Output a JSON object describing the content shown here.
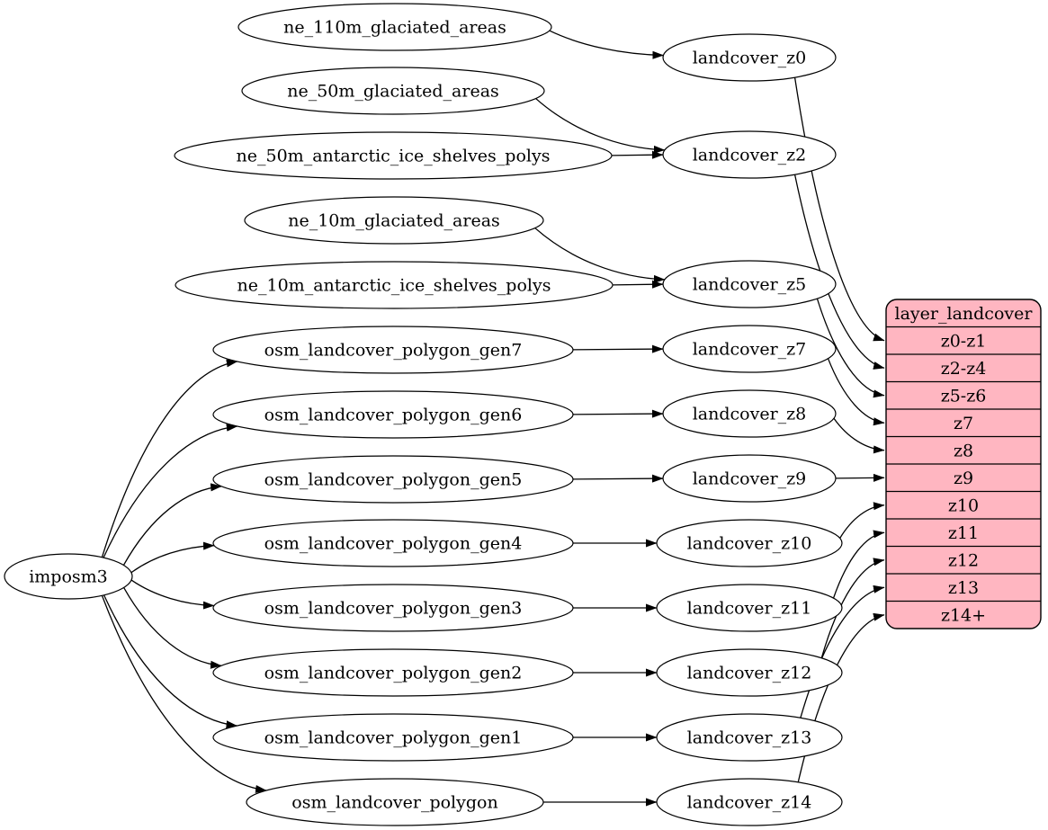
{
  "diagram": {
    "background_color": "#ffffff",
    "edge_color": "#000000",
    "node_fill": "#ffffff",
    "node_stroke": "#000000",
    "table_fill": "#ffb6c1",
    "table_stroke": "#000000",
    "text_color": "#000000"
  },
  "graph": {
    "nodes": [
      {
        "id": "imposm3",
        "label": "imposm3",
        "group": "root"
      },
      {
        "id": "ne_110m_glaciated_areas",
        "label": "ne_110m_glaciated_areas",
        "group": "source"
      },
      {
        "id": "ne_50m_glaciated_areas",
        "label": "ne_50m_glaciated_areas",
        "group": "source"
      },
      {
        "id": "ne_50m_antarctic_ice_shelves_polys",
        "label": "ne_50m_antarctic_ice_shelves_polys",
        "group": "source"
      },
      {
        "id": "ne_10m_glaciated_areas",
        "label": "ne_10m_glaciated_areas",
        "group": "source"
      },
      {
        "id": "ne_10m_antarctic_ice_shelves_polys",
        "label": "ne_10m_antarctic_ice_shelves_polys",
        "group": "source"
      },
      {
        "id": "osm_landcover_polygon_gen7",
        "label": "osm_landcover_polygon_gen7",
        "group": "source"
      },
      {
        "id": "osm_landcover_polygon_gen6",
        "label": "osm_landcover_polygon_gen6",
        "group": "source"
      },
      {
        "id": "osm_landcover_polygon_gen5",
        "label": "osm_landcover_polygon_gen5",
        "group": "source"
      },
      {
        "id": "osm_landcover_polygon_gen4",
        "label": "osm_landcover_polygon_gen4",
        "group": "source"
      },
      {
        "id": "osm_landcover_polygon_gen3",
        "label": "osm_landcover_polygon_gen3",
        "group": "source"
      },
      {
        "id": "osm_landcover_polygon_gen2",
        "label": "osm_landcover_polygon_gen2",
        "group": "source"
      },
      {
        "id": "osm_landcover_polygon_gen1",
        "label": "osm_landcover_polygon_gen1",
        "group": "source"
      },
      {
        "id": "osm_landcover_polygon",
        "label": "osm_landcover_polygon",
        "group": "source"
      },
      {
        "id": "landcover_z0",
        "label": "landcover_z0",
        "group": "intermediate"
      },
      {
        "id": "landcover_z2",
        "label": "landcover_z2",
        "group": "intermediate"
      },
      {
        "id": "landcover_z5",
        "label": "landcover_z5",
        "group": "intermediate"
      },
      {
        "id": "landcover_z7",
        "label": "landcover_z7",
        "group": "intermediate"
      },
      {
        "id": "landcover_z8",
        "label": "landcover_z8",
        "group": "intermediate"
      },
      {
        "id": "landcover_z9",
        "label": "landcover_z9",
        "group": "intermediate"
      },
      {
        "id": "landcover_z10",
        "label": "landcover_z10",
        "group": "intermediate"
      },
      {
        "id": "landcover_z11",
        "label": "landcover_z11",
        "group": "intermediate"
      },
      {
        "id": "landcover_z12",
        "label": "landcover_z12",
        "group": "intermediate"
      },
      {
        "id": "landcover_z13",
        "label": "landcover_z13",
        "group": "intermediate"
      },
      {
        "id": "landcover_z14",
        "label": "landcover_z14",
        "group": "intermediate"
      }
    ],
    "layer_table": {
      "id": "layer_landcover",
      "title": "layer_landcover",
      "rows": [
        "z0-z1",
        "z2-z4",
        "z5-z6",
        "z7",
        "z8",
        "z9",
        "z10",
        "z11",
        "z12",
        "z13",
        "z14+"
      ]
    },
    "edges": [
      {
        "from": "ne_110m_glaciated_areas",
        "to": "landcover_z0"
      },
      {
        "from": "ne_50m_glaciated_areas",
        "to": "landcover_z2"
      },
      {
        "from": "ne_50m_antarctic_ice_shelves_polys",
        "to": "landcover_z2"
      },
      {
        "from": "ne_10m_glaciated_areas",
        "to": "landcover_z5"
      },
      {
        "from": "ne_10m_antarctic_ice_shelves_polys",
        "to": "landcover_z5"
      },
      {
        "from": "imposm3",
        "to": "osm_landcover_polygon_gen7"
      },
      {
        "from": "imposm3",
        "to": "osm_landcover_polygon_gen6"
      },
      {
        "from": "imposm3",
        "to": "osm_landcover_polygon_gen5"
      },
      {
        "from": "imposm3",
        "to": "osm_landcover_polygon_gen4"
      },
      {
        "from": "imposm3",
        "to": "osm_landcover_polygon_gen3"
      },
      {
        "from": "imposm3",
        "to": "osm_landcover_polygon_gen2"
      },
      {
        "from": "imposm3",
        "to": "osm_landcover_polygon_gen1"
      },
      {
        "from": "imposm3",
        "to": "osm_landcover_polygon"
      },
      {
        "from": "osm_landcover_polygon_gen7",
        "to": "landcover_z7"
      },
      {
        "from": "osm_landcover_polygon_gen6",
        "to": "landcover_z8"
      },
      {
        "from": "osm_landcover_polygon_gen5",
        "to": "landcover_z9"
      },
      {
        "from": "osm_landcover_polygon_gen4",
        "to": "landcover_z10"
      },
      {
        "from": "osm_landcover_polygon_gen3",
        "to": "landcover_z11"
      },
      {
        "from": "osm_landcover_polygon_gen2",
        "to": "landcover_z12"
      },
      {
        "from": "osm_landcover_polygon_gen1",
        "to": "landcover_z13"
      },
      {
        "from": "osm_landcover_polygon",
        "to": "landcover_z14"
      },
      {
        "from": "landcover_z0",
        "to": "layer_landcover:z0-z1"
      },
      {
        "from": "landcover_z2",
        "to": "layer_landcover:z2-z4"
      },
      {
        "from": "landcover_z5",
        "to": "layer_landcover:z5-z6"
      },
      {
        "from": "landcover_z7",
        "to": "layer_landcover:z7"
      },
      {
        "from": "landcover_z8",
        "to": "layer_landcover:z8"
      },
      {
        "from": "landcover_z9",
        "to": "layer_landcover:z9"
      },
      {
        "from": "landcover_z10",
        "to": "layer_landcover:z10"
      },
      {
        "from": "landcover_z11",
        "to": "layer_landcover:z11"
      },
      {
        "from": "landcover_z12",
        "to": "layer_landcover:z12"
      },
      {
        "from": "landcover_z13",
        "to": "layer_landcover:z13"
      },
      {
        "from": "landcover_z14",
        "to": "layer_landcover:z14+"
      }
    ]
  }
}
